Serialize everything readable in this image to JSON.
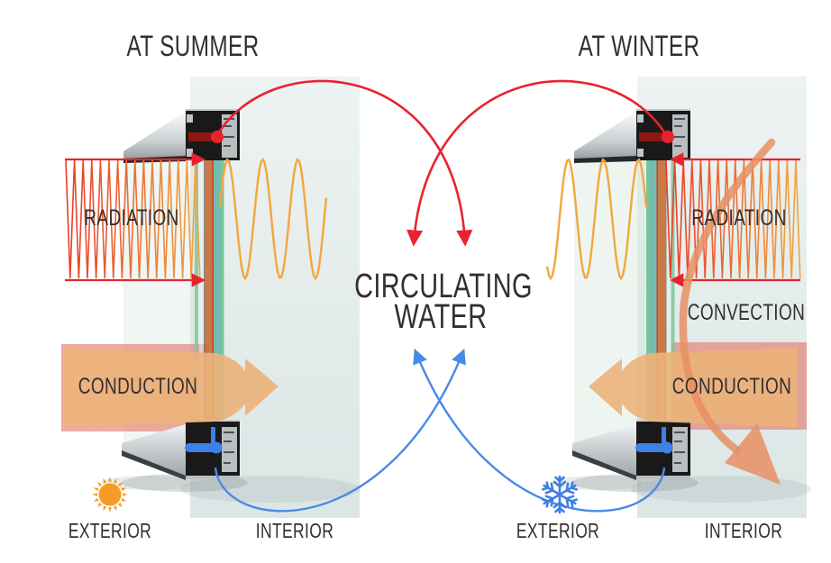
{
  "titles": {
    "summer": "AT SUMMER",
    "winter": "AT WINTER"
  },
  "center_label": {
    "line1": "CIRCULATING",
    "line2": "WATER"
  },
  "summer": {
    "radiation_label": "RADIATION",
    "conduction_label": "CONDUCTION",
    "exterior_label": "EXTERIOR",
    "interior_label": "INTERIOR",
    "climate_icon": "sun-icon"
  },
  "winter": {
    "radiation_label": "RADIATION",
    "convection_label": "CONVECTION",
    "conduction_label": "CONDUCTION",
    "exterior_label": "EXTERIOR",
    "interior_label": "INTERIOR",
    "climate_icon": "snowflake-icon"
  },
  "colors": {
    "hot_red": "#e8232e",
    "cool_blue": "#4a8ae6",
    "sun_orange": "#f49b28",
    "snowflake_blue": "#3f7fe3",
    "wave_orange": "#f4a63d",
    "heat_salmon": "#e2776b",
    "arrow_tan": "#ecb27a",
    "convection_orange": "#e78f63",
    "frame_dark": "#191919",
    "panel_background": "#e8efee",
    "water_teal": "#5fb3a1",
    "glass_green": "#82c79f",
    "text_dark": "#342e30"
  }
}
